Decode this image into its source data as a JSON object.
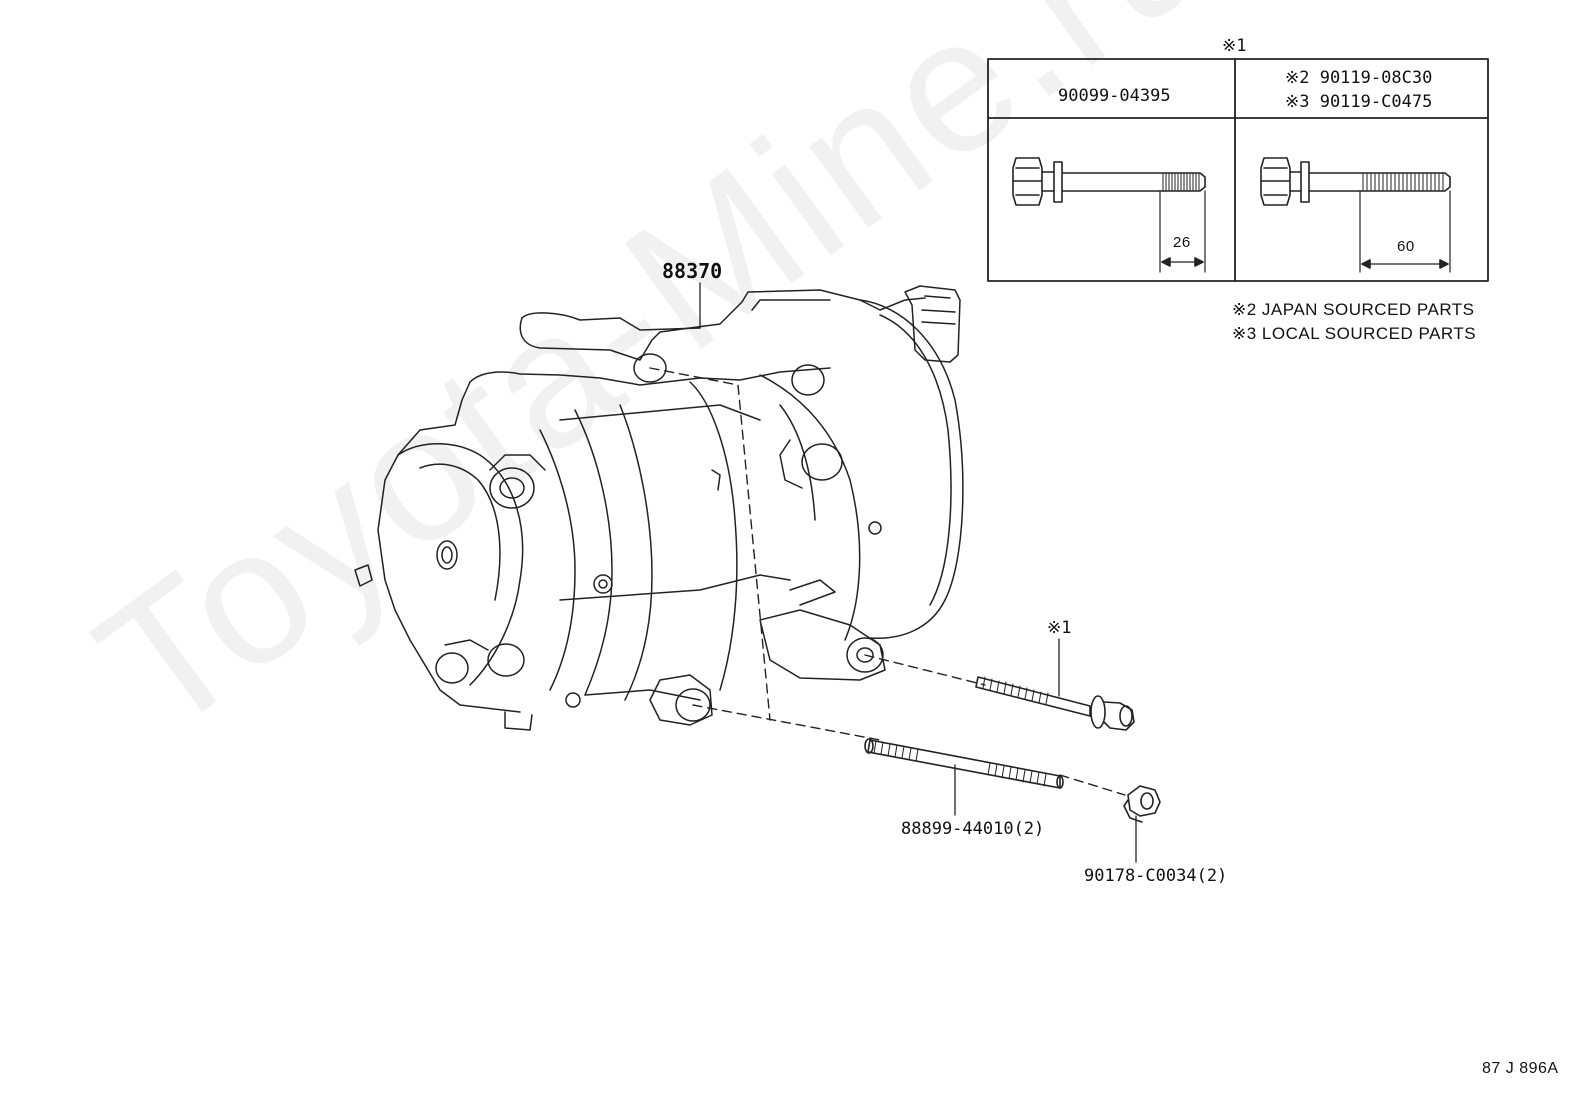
{
  "watermark": "Toyota-Mine.ru",
  "table": {
    "marker": "※1",
    "col1_part": "90099-04395",
    "col2_line1": "※2 90119-08C30",
    "col2_line2": "※3 90119-C0475",
    "dim1": "26",
    "dim2": "60"
  },
  "notes": {
    "note2": "※2 JAPAN SOURCED PARTS",
    "note3": "※3 LOCAL SOURCED PARTS"
  },
  "callouts": {
    "compressor": "88370",
    "bolt_marker": "※1",
    "stud": "88899-44010(2)",
    "nut": "90178-C0034(2)"
  },
  "diagram_code": "87 J 896A"
}
